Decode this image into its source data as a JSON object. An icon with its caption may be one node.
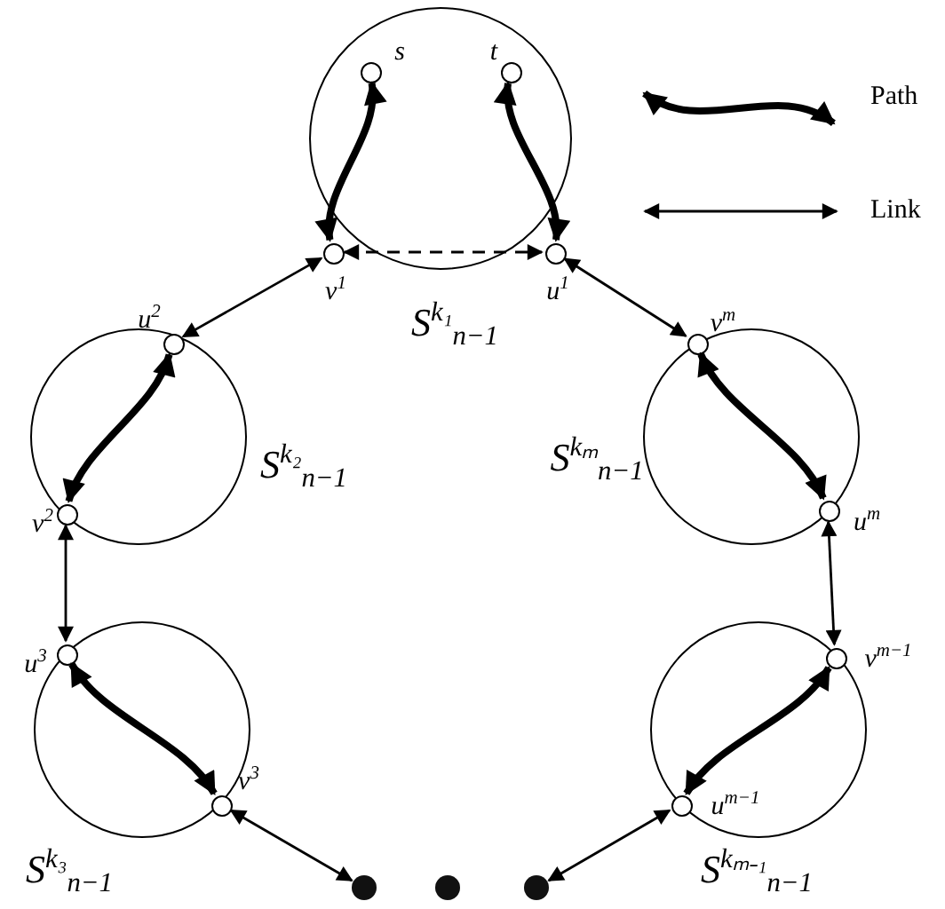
{
  "diagram": {
    "nodes": [
      {
        "text": [
          "S$^{k₁}$$_{n−1}$"
        ]
      },
      {
        "text": [],
        "shape": "circle",
        "in": 0,
        "beside": [
          "s"
        ]
      },
      {
        "text": [],
        "shape": "circle",
        "in": 0,
        "beside": [
          "t"
        ]
      },
      {
        "text": [],
        "shape": "circle",
        "in": 0,
        "beside": [
          "v$^{1}$"
        ]
      },
      {
        "text": [],
        "shape": "circle",
        "in": 0,
        "beside": [
          "u$^{1}$"
        ]
      },
      {
        "text": [
          "S$^{k₂}$$_{n−1}$"
        ]
      },
      {
        "text": [],
        "shape": "circle",
        "in": 5,
        "beside": [
          "u$^{2}$"
        ]
      },
      {
        "text": [],
        "shape": "circle",
        "in": 5,
        "beside": [
          "v$^{2}$"
        ]
      },
      {
        "text": [
          "S$^{kₘ}$$_{n−1}$"
        ]
      },
      {
        "text": [],
        "shape": "circle",
        "in": 8,
        "beside": [
          "v$^{m}$"
        ]
      },
      {
        "text": [],
        "shape": "circle",
        "in": 8,
        "beside": [
          "u$^{m}$"
        ]
      },
      {
        "text": [
          "S$^{k₃}$$_{n−1}$"
        ]
      },
      {
        "text": [],
        "shape": "circle",
        "in": 11,
        "beside": [
          "u$^{3}$"
        ]
      },
      {
        "text": [],
        "shape": "circle",
        "in": 11,
        "beside": [
          "v$^{3}$"
        ]
      },
      {
        "text": [
          "S$^{kₘ₋₁}$$_{n−1}$"
        ]
      },
      {
        "text": [],
        "shape": "circle",
        "in": 14,
        "beside": [
          "v$^{m−1}$"
        ]
      },
      {
        "text": [],
        "shape": "circle",
        "in": 14,
        "beside": [
          "u$^{m−1}$"
        ]
      },
      {
        "text": [],
        "shape": "circle"
      },
      {
        "text": [],
        "shape": "circle"
      },
      {
        "text": [],
        "shape": "circle"
      }
    ],
    "edges": [
      {
        "from": 1,
        "to": 3,
        "arrow": "both",
        "style": "thick"
      },
      {
        "from": 2,
        "to": 4,
        "arrow": "both",
        "style": "thick"
      },
      {
        "from": 3,
        "to": 4,
        "arrow": "both",
        "style": "dashed"
      },
      {
        "from": 3,
        "to": 6,
        "arrow": "both"
      },
      {
        "from": 4,
        "to": 9,
        "arrow": "both"
      },
      {
        "from": 6,
        "to": 7,
        "arrow": "both",
        "style": "thick"
      },
      {
        "from": 9,
        "to": 10,
        "arrow": "both",
        "style": "thick"
      },
      {
        "from": 7,
        "to": 12,
        "arrow": "both"
      },
      {
        "from": 10,
        "to": 15,
        "arrow": "both"
      },
      {
        "from": 12,
        "to": 13,
        "arrow": "both",
        "style": "thick"
      },
      {
        "from": 15,
        "to": 16,
        "arrow": "both",
        "style": "thick"
      },
      {
        "from": 13,
        "to": 17,
        "arrow": "both"
      },
      {
        "from": 19,
        "to": 16,
        "arrow": "both"
      }
    ],
    "legend": [
      {
        "text": "Path"
      },
      {
        "text": "Link"
      }
    ]
  }
}
